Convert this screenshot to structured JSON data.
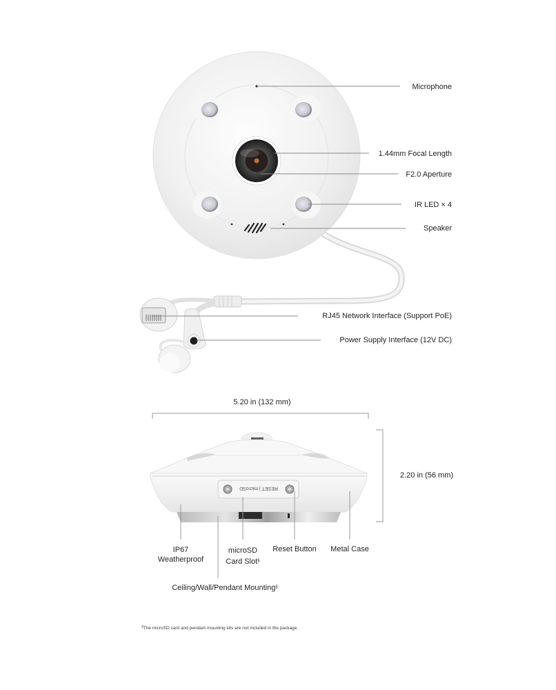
{
  "diagram": {
    "front_view": {
      "callouts": [
        {
          "id": "microphone",
          "label": "Microphone"
        },
        {
          "id": "focal_length",
          "label": "1.44mm Focal Length"
        },
        {
          "id": "aperture",
          "label": "F2.0 Aperture"
        },
        {
          "id": "ir_led",
          "label": "IR LED × 4"
        },
        {
          "id": "speaker",
          "label": "Speaker"
        },
        {
          "id": "rj45",
          "label": "RJ45 Network Interface (Support PoE)"
        },
        {
          "id": "power",
          "label": "Power Supply Interface (12V DC)"
        }
      ]
    },
    "side_view": {
      "width_dimension": "5.20 in (132 mm)",
      "height_dimension": "2.20 in (56 mm)",
      "panel_text": "RESET | microSD",
      "callouts": [
        {
          "id": "ip67",
          "line1": "IP67",
          "line2": "Weatherproof"
        },
        {
          "id": "microsd",
          "line1": "microSD",
          "line2": "Card Slot",
          "mark": "§"
        },
        {
          "id": "reset",
          "line1": "Reset Button"
        },
        {
          "id": "metal_case",
          "line1": "Metal Case"
        },
        {
          "id": "mounting",
          "line1": "Ceiling/Wall/Pendant Mounting",
          "mark": "§"
        }
      ]
    },
    "footnote": {
      "mark": "§",
      "text": "The microSD card and pendant mounting kits are not included in the package."
    }
  }
}
